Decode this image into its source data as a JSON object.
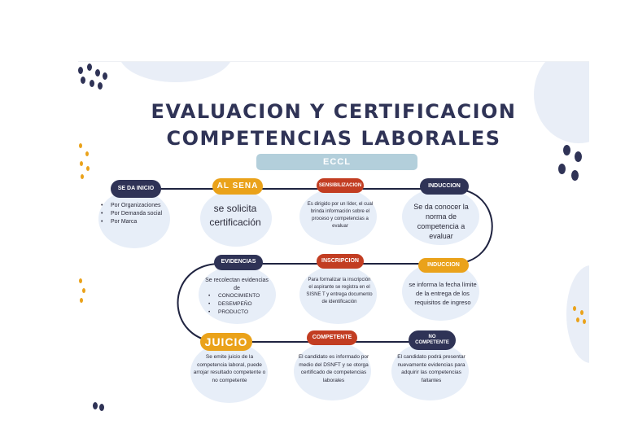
{
  "title": {
    "line1": "EVALUACION Y CERTIFICACION",
    "line2": "COMPETENCIAS LABORALES"
  },
  "badge": "ECCL",
  "colors": {
    "navy": "#2f3356",
    "orange": "#eaa21a",
    "red": "#c23d22",
    "circle": "#e7eef8",
    "badge": "#b3cfdb"
  },
  "steps": {
    "se_da_inicio": {
      "label": "SE DA INICIO",
      "items": [
        "Por Organizaciones",
        "Por Demanda social",
        "Por Marca"
      ]
    },
    "al_sena": {
      "label": "AL SENA",
      "text": "se solicita certificación"
    },
    "sensibilizacion": {
      "label": "SENSIBILIZACION",
      "text": "Es dirigido por un líder, el cual brinda información sobre el proceso y competencias a evaluar"
    },
    "induccion_1": {
      "label": "INDUCCION",
      "text": "Se da conocer la norma de competencia a evaluar"
    },
    "induccion_2": {
      "label": "INDUCCION",
      "text": "se informa la fecha límite de la entrega de los requisitos de ingreso"
    },
    "inscripcion": {
      "label": "INSCRIPCION",
      "text": "Para formalizar la inscripción el aspirante se registra en el SISNE T y entrega documento de identificación"
    },
    "evidencias": {
      "label": "EVIDENCIAS",
      "text": "Se recolectan evidencias de",
      "items": [
        "CONOCIMIENTO",
        "DESEMPEÑO",
        "PRODUCTO"
      ]
    },
    "juicio": {
      "label": "JUICIO",
      "text": "Se emite juicio de la competencia laboral, puede arrojar resultado competente o no competente"
    },
    "competente": {
      "label": "COMPETENTE",
      "text": "El candidato es informado por medio del DSNFT y se otorga certificado de competencias laborales"
    },
    "no_competente": {
      "label": "NO COMPETENTE",
      "text": "El candidato podrá presentar nuevamente evidencias para adquirir las competencias faltantes"
    }
  }
}
